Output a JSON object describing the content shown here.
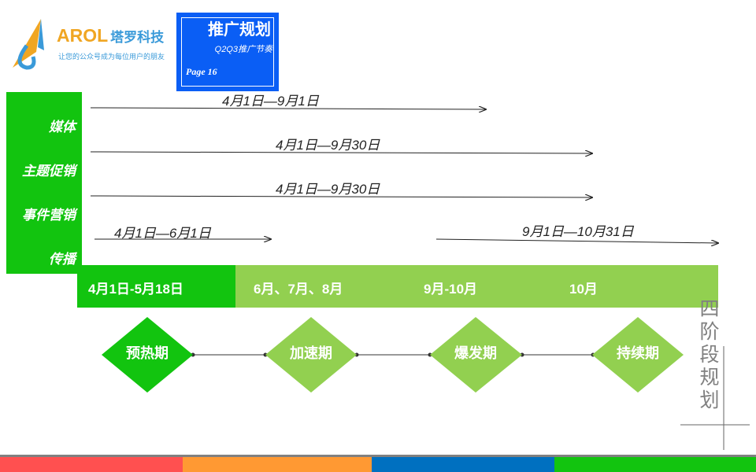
{
  "logo": {
    "brand": "AROL",
    "brand_cn": "塔罗科技",
    "tagline": "让您的公众号成为每位用户的朋友"
  },
  "header": {
    "title": "推广规划",
    "subtitle": "Q2Q3推广节奏",
    "page": "Page 16"
  },
  "channels": [
    "媒体",
    "主题促销",
    "事件营销",
    "传播"
  ],
  "ranges": [
    {
      "label": "4月1日—9月1日"
    },
    {
      "label": "4月1日—9月30日"
    },
    {
      "label": "4月1日—9月30日"
    },
    {
      "label": "4月1日—6月1日"
    },
    {
      "label": "9月1日—10月31日"
    }
  ],
  "stages": [
    "4月1日-5月18日",
    "6月、7月、8月",
    "9月-10月",
    "10月"
  ],
  "phases": [
    "预热期",
    "加速期",
    "爆发期",
    "持续期"
  ],
  "side_title": [
    "四",
    "阶",
    "段",
    "规",
    "划"
  ],
  "colors": {
    "green": "#12c40f",
    "light_green": "#92d050",
    "blue": "#0a5ef5",
    "footer": [
      "#ff5050",
      "#ff9933",
      "#0070c0",
      "#12c40f"
    ]
  }
}
